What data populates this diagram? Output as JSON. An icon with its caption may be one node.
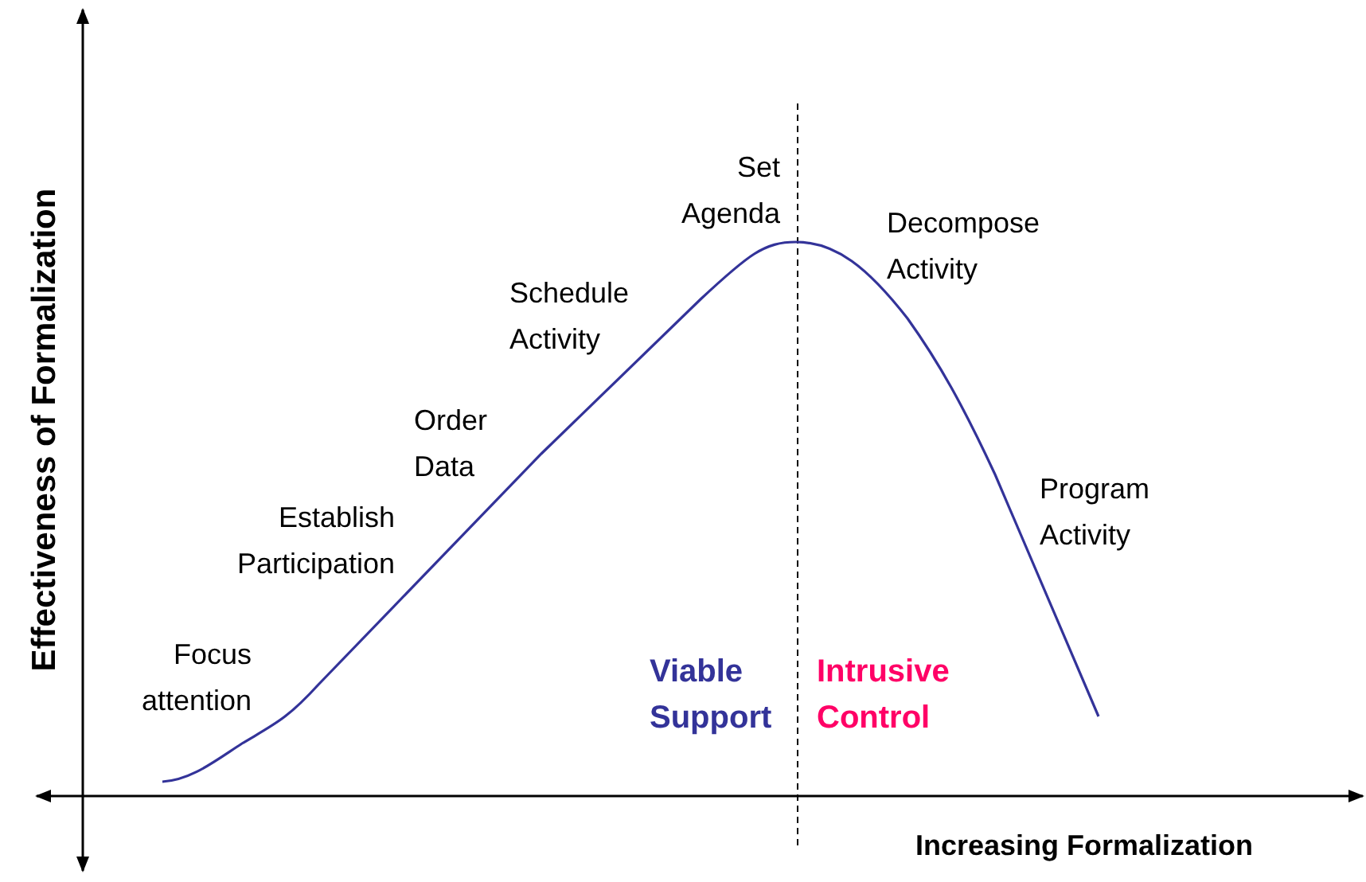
{
  "diagram": {
    "labels": [
      "Effectiveness of Formalization",
      "Set Agenda",
      "Decompose Activity",
      "Schedule Activity",
      "Order Data",
      "Establish Participation",
      "Program Activity",
      "Focus attention",
      "Viable Support",
      "Intrusive Control",
      "Increasing Formalization"
    ]
  }
}
